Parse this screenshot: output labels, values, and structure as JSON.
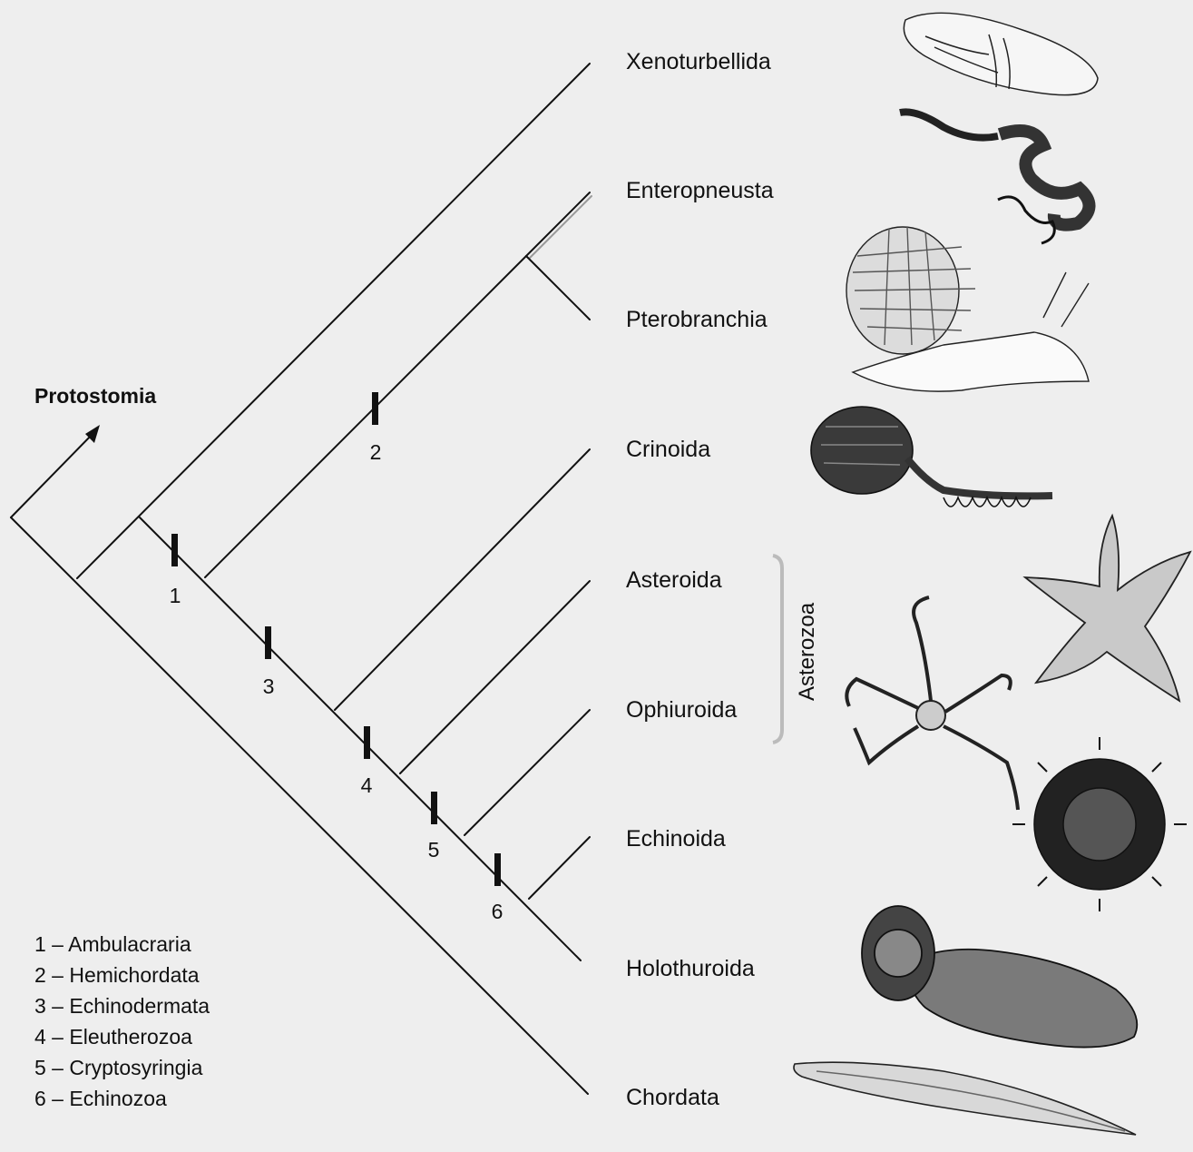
{
  "outgroup": "Protostomia",
  "taxa": [
    {
      "name": "Xenoturbellida",
      "icon": "xenoturbella-illustration"
    },
    {
      "name": "Enteropneusta",
      "icon": "acorn-worm-illustration"
    },
    {
      "name": "Pterobranchia",
      "icon": "pterobranch-illustration"
    },
    {
      "name": "Crinoida",
      "icon": "crinoid-illustration"
    },
    {
      "name": "Asteroida",
      "icon": "starfish-illustration"
    },
    {
      "name": "Ophiuroida",
      "icon": "brittle-star-illustration"
    },
    {
      "name": "Echinoida",
      "icon": "sea-urchin-illustration"
    },
    {
      "name": "Holothuroida",
      "icon": "sea-cucumber-illustration"
    },
    {
      "name": "Chordata",
      "icon": "lancelet-illustration"
    }
  ],
  "clade_bracket": "Asterozoa",
  "nodes": [
    "1",
    "2",
    "3",
    "4",
    "5",
    "6"
  ],
  "legend": [
    {
      "num": "1",
      "sep": " – ",
      "name": "Ambulacraria"
    },
    {
      "num": "2",
      "sep": " – ",
      "name": "Hemichordata"
    },
    {
      "num": "3",
      "sep": " – ",
      "name": "Echinodermata"
    },
    {
      "num": "4",
      "sep": " – ",
      "name": "Eleutherozoa"
    },
    {
      "num": "5",
      "sep": " – ",
      "name": "Cryptosyringia"
    },
    {
      "num": "6",
      "sep": " – ",
      "name": "Echinozoa"
    }
  ],
  "colors": {
    "background": "#eeeeee",
    "line": "#111111",
    "bracket": "#bbbbbb"
  }
}
